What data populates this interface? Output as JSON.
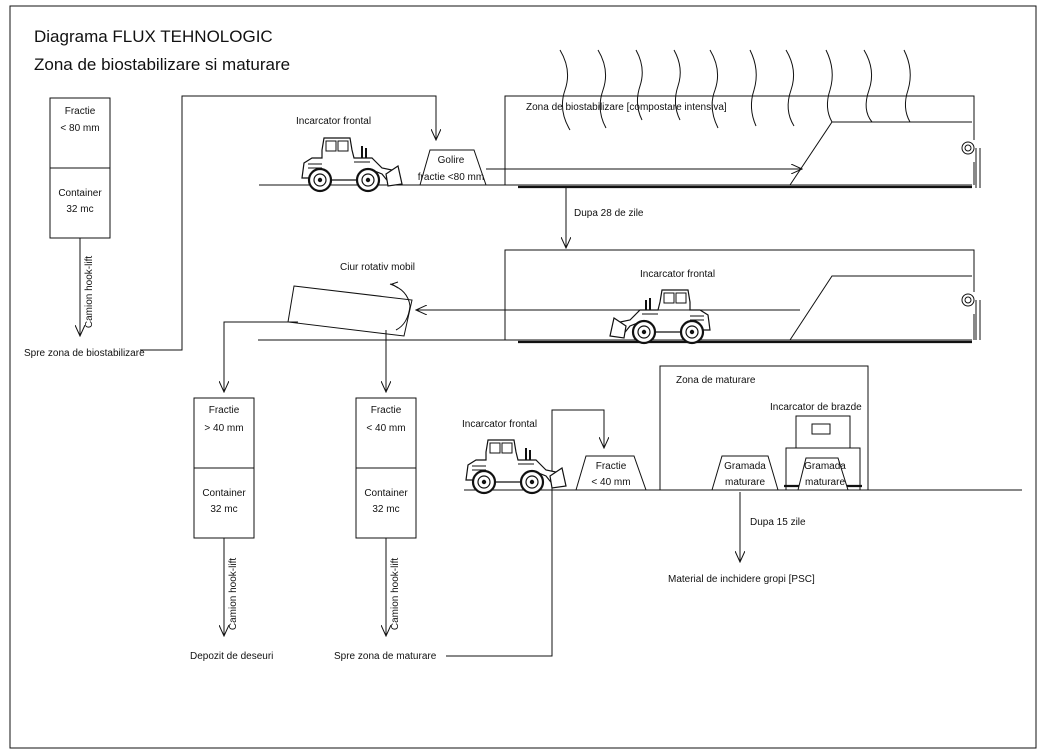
{
  "title": {
    "line1": "Diagrama FLUX TEHNOLOGIC",
    "line2": "Zona de biostabilizare si maturare"
  },
  "containers": {
    "left": {
      "top": [
        "Fractie",
        "< 80 mm"
      ],
      "bottom": [
        "Container",
        "32 mc"
      ],
      "truck": "Camion hook-lift",
      "dest": "Spre zona de biostabilizare"
    },
    "mid_left": {
      "top": [
        "Fractie",
        "> 40 mm"
      ],
      "bottom": [
        "Container",
        "32 mc"
      ],
      "truck": "Camion hook-lift",
      "dest": "Depozit de deseuri"
    },
    "mid_right": {
      "top": [
        "Fractie",
        "< 40 mm"
      ],
      "bottom": [
        "Container",
        "32 mc"
      ],
      "truck": "Camion hook-lift",
      "dest": "Spre zona de maturare"
    }
  },
  "biostab": {
    "zone_label": "Zona de biostabilizare [compostare intensiva]",
    "loader_label": "Incarcator frontal",
    "heap_label": [
      "Golire",
      "fractie <80 mm"
    ],
    "after_label": "Dupa 28 de zile"
  },
  "sieve": {
    "label": "Ciur rotativ mobil",
    "loader_label": "Incarcator frontal"
  },
  "maturing": {
    "loader_label": "Incarcator frontal",
    "heap_label": [
      "Fractie",
      "< 40 mm"
    ],
    "zone_label": "Zona de maturare",
    "turner_label": "Incarcator de brazde",
    "pile1": [
      "Gramada",
      "maturare"
    ],
    "pile2": [
      "Gramada",
      "maturare"
    ],
    "after_label": "Dupa 15 zile",
    "output_label": "Material de inchidere gropi [PSC]"
  }
}
